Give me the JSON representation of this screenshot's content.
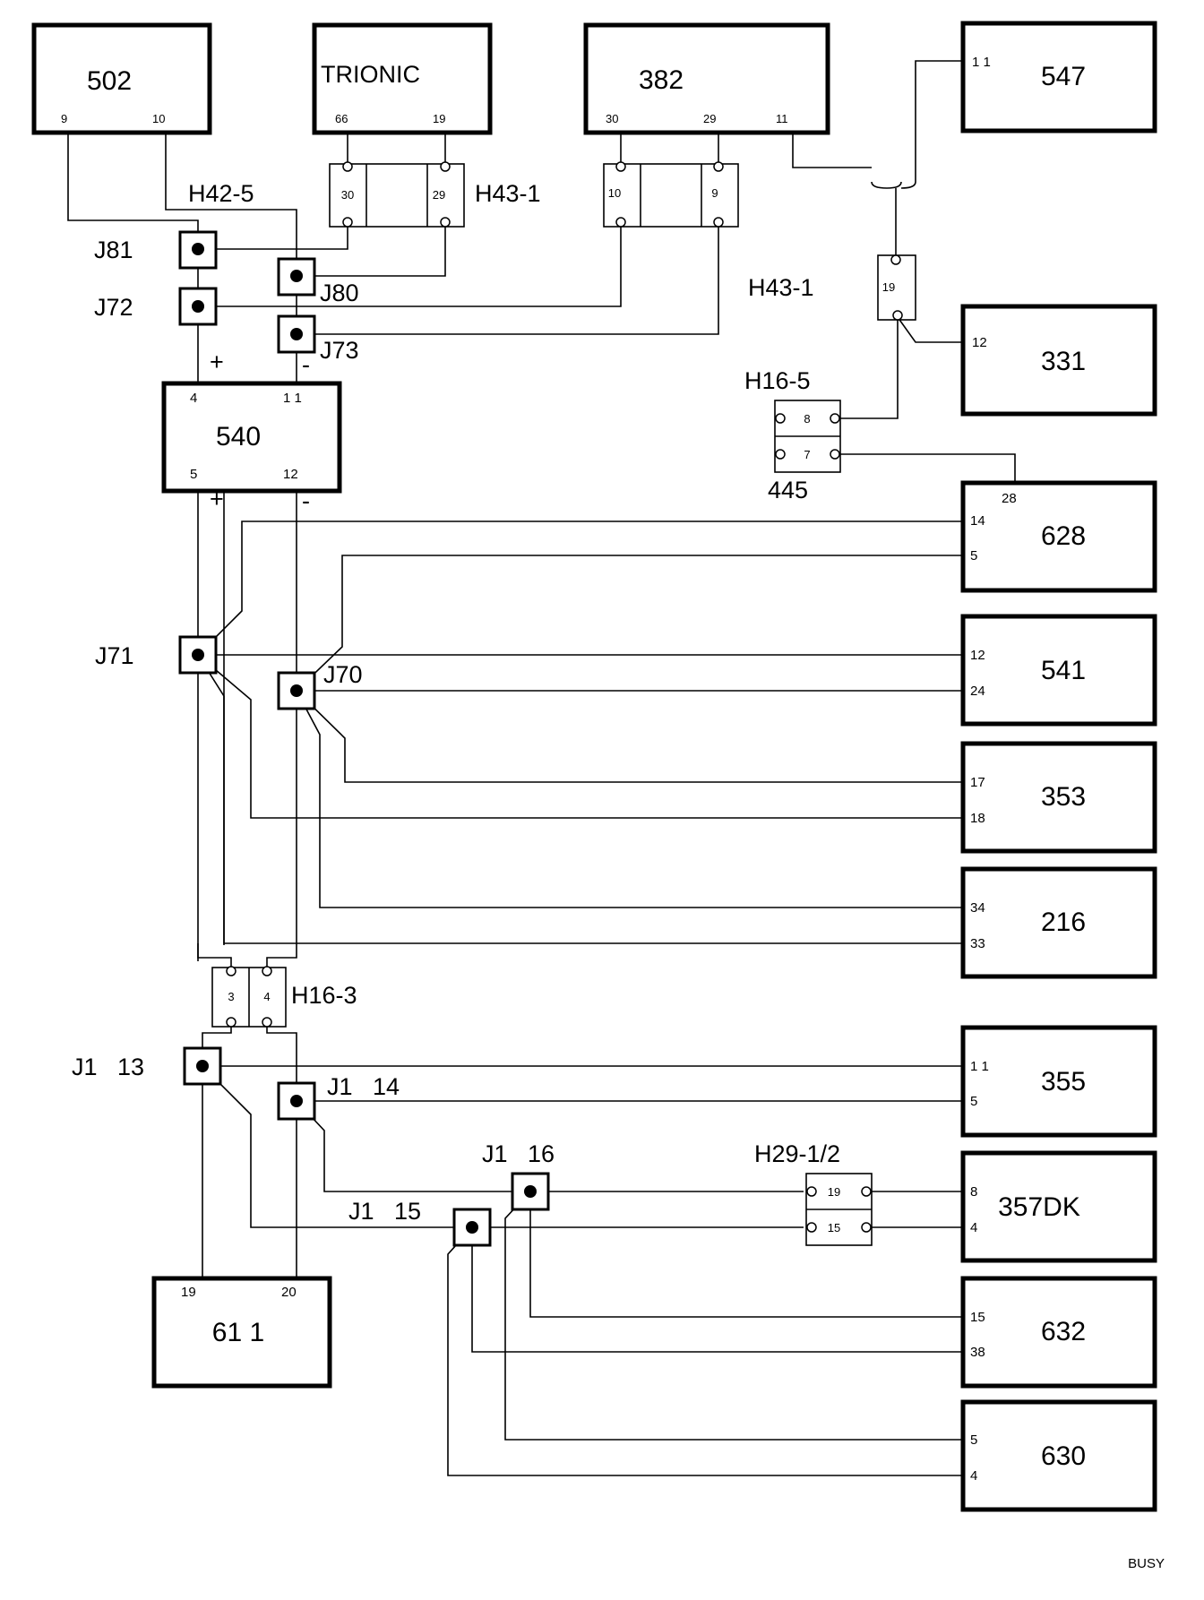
{
  "components": {
    "c502": {
      "name": "502",
      "pins": [
        "9",
        "10"
      ]
    },
    "trionic": {
      "name": "TRIONIC",
      "pins": [
        "66",
        "19"
      ]
    },
    "c382": {
      "name": "382",
      "pins": [
        "30",
        "29",
        "11"
      ]
    },
    "c547": {
      "name": "547",
      "pins": [
        "1 1"
      ]
    },
    "c331": {
      "name": "331",
      "pins": [
        "12"
      ]
    },
    "c540": {
      "name": "540",
      "pins": [
        "4",
        "1 1",
        "5",
        "12"
      ]
    },
    "c628": {
      "name": "628",
      "pins": [
        "28",
        "14",
        "5"
      ]
    },
    "c541": {
      "name": "541",
      "pins": [
        "12",
        "24"
      ]
    },
    "c353": {
      "name": "353",
      "pins": [
        "17",
        "18"
      ]
    },
    "c216": {
      "name": "216",
      "pins": [
        "34",
        "33"
      ]
    },
    "c355": {
      "name": "355",
      "pins": [
        "1 1",
        "5"
      ]
    },
    "c357dk": {
      "name": "357DK",
      "pins": [
        "8",
        "4"
      ]
    },
    "c632": {
      "name": "632",
      "pins": [
        "15",
        "38"
      ]
    },
    "c630": {
      "name": "630",
      "pins": [
        "5",
        "4"
      ]
    },
    "c611": {
      "name": "61  1",
      "pins": [
        "19",
        "20"
      ]
    }
  },
  "connectors": {
    "h43_1_left": {
      "label": "H43-1",
      "pins": [
        "30",
        "29"
      ]
    },
    "h43_1_right": {
      "label": "H43-1",
      "pins": [
        "10",
        "9"
      ]
    },
    "h42_5": {
      "label": "H42-5"
    },
    "h16_5": {
      "label": "H16-5",
      "sub_label": "445",
      "pins": [
        "8",
        "7"
      ]
    },
    "h16_3": {
      "label": "H16-3",
      "pins": [
        "3",
        "4"
      ]
    },
    "h29": {
      "label": "H29-1/2",
      "pins": [
        "19",
        "15"
      ]
    },
    "single_19": {
      "pins": [
        "19"
      ]
    }
  },
  "joints": {
    "j81": "J81",
    "j72": "J72",
    "j80": "J80",
    "j73": "J73",
    "j71": "J71",
    "j70": "J70",
    "j1_13": "J1   13",
    "j1_14": "J1   14",
    "j1_15": "J1   15",
    "j1_16": "J1   16"
  },
  "polarity": {
    "plus": "+",
    "minus": "-"
  },
  "footer": "BUSY"
}
